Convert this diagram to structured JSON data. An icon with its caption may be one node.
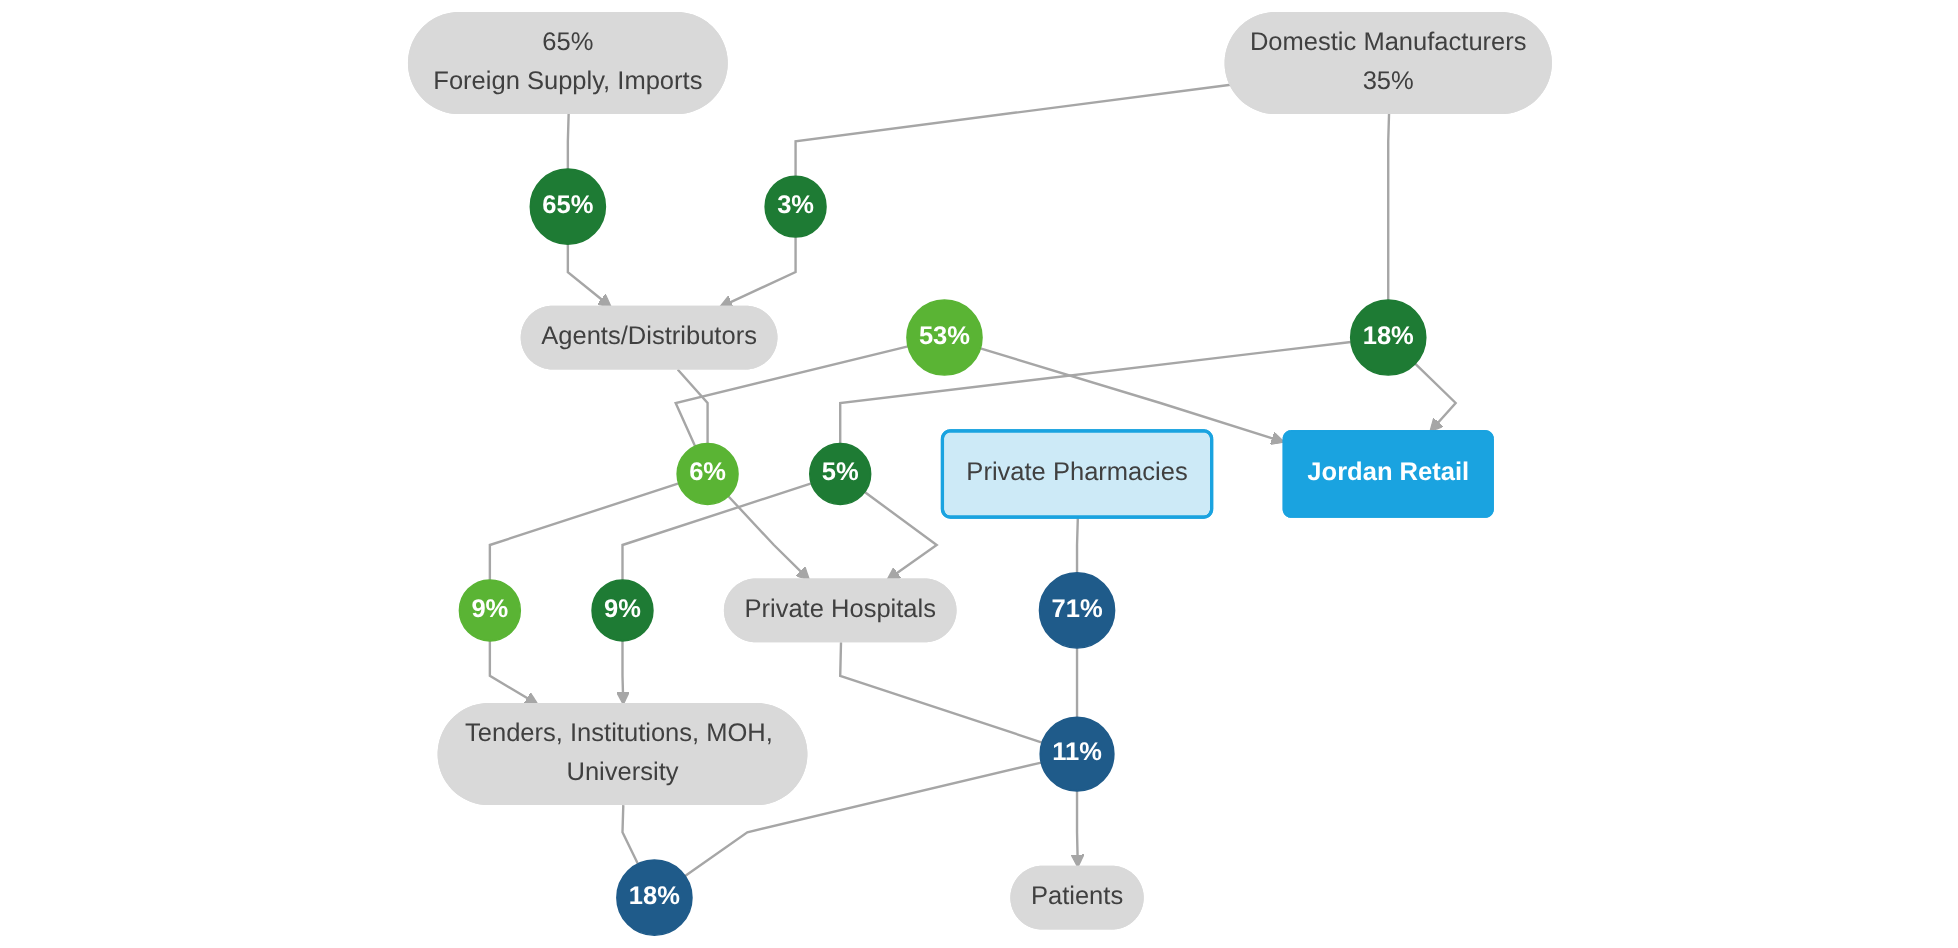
{
  "diagram": {
    "nodes": [
      {
        "text": [
          "Domestic Manufacturers",
          "35%"
        ]
      },
      {
        "text": [
          "65%",
          "Foreign Supply, Imports"
        ]
      },
      {
        "text": [
          "Agents/Distributors"
        ]
      },
      {
        "text": [
          "3%"
        ]
      },
      {
        "text": [
          "65%"
        ]
      },
      {
        "text": [
          "18%"
        ]
      },
      {
        "text": [
          "5%"
        ]
      },
      {
        "text": [
          "9%"
        ]
      },
      {
        "text": [
          "53%"
        ]
      },
      {
        "text": [
          "6%"
        ]
      },
      {
        "text": [
          "9%"
        ]
      },
      {
        "text": [
          "Jordan Retail"
        ]
      },
      {
        "text": [
          "Private Pharmacies"
        ]
      },
      {
        "text": [
          "Private Hospitals"
        ]
      },
      {
        "text": [
          "Tenders, Institutions, MOH, University"
        ]
      },
      {
        "text": [
          "71%"
        ]
      },
      {
        "text": [
          "11%"
        ]
      },
      {
        "text": [
          "18%"
        ]
      },
      {
        "text": [
          "Patients"
        ]
      }
    ],
    "edges": [
      {
        "from": 0,
        "to": 3,
        "arrow": "none"
      },
      {
        "from": 3,
        "to": 2,
        "arrow": "to"
      },
      {
        "from": 1,
        "to": 4,
        "arrow": "none"
      },
      {
        "from": 4,
        "to": 2,
        "arrow": "to"
      },
      {
        "from": 0,
        "to": 5,
        "arrow": "none"
      },
      {
        "from": 5,
        "to": 11,
        "arrow": "to"
      },
      {
        "from": 5,
        "to": 6,
        "arrow": "none"
      },
      {
        "from": 6,
        "to": 7,
        "arrow": "none"
      },
      {
        "from": 6,
        "to": 13,
        "arrow": "to"
      },
      {
        "from": 7,
        "to": 14,
        "arrow": "to"
      },
      {
        "from": 2,
        "to": 9,
        "arrow": "none"
      },
      {
        "from": 9,
        "to": 13,
        "arrow": "to"
      },
      {
        "from": 8,
        "to": 9,
        "arrow": "none"
      },
      {
        "from": 9,
        "to": 10,
        "arrow": "none"
      },
      {
        "from": 8,
        "to": 11,
        "arrow": "to"
      },
      {
        "from": 10,
        "to": 14,
        "arrow": "to"
      },
      {
        "from": 12,
        "to": 15,
        "arrow": "none"
      },
      {
        "from": 15,
        "to": 16,
        "arrow": "none"
      },
      {
        "from": 13,
        "to": 16,
        "arrow": "none"
      },
      {
        "from": 16,
        "to": 17,
        "arrow": "none"
      },
      {
        "from": 14,
        "to": 17,
        "arrow": "none"
      },
      {
        "from": 16,
        "to": 18,
        "arrow": "to"
      }
    ]
  }
}
